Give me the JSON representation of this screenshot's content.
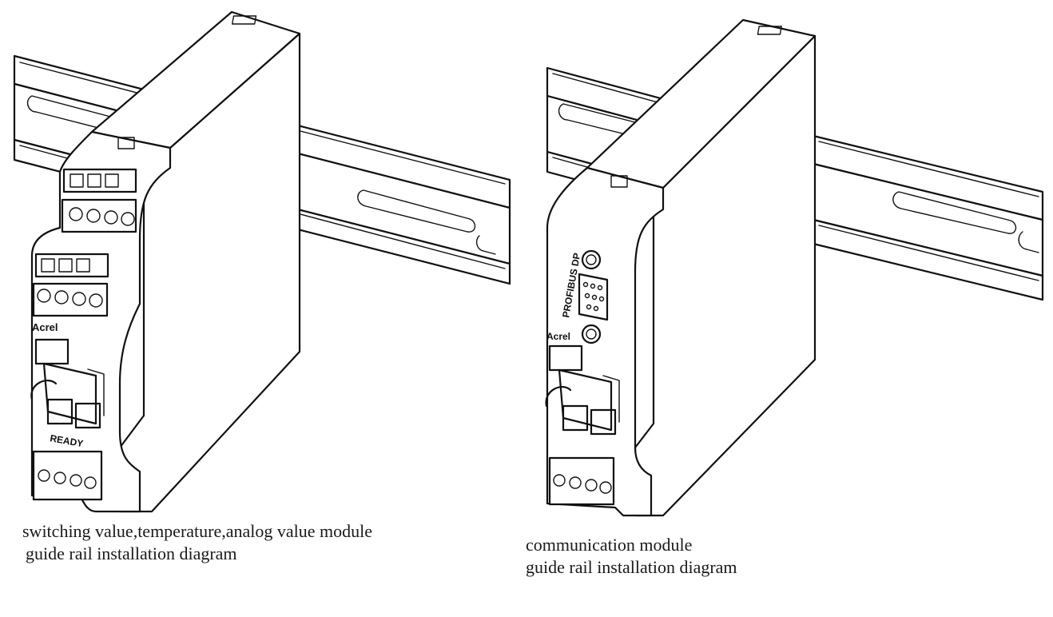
{
  "modules": [
    {
      "brand": "Acrel",
      "indicator": "READY",
      "caption_line1": "switching value,temperature,analog value module",
      "caption_line2": "guide rail installation diagram"
    },
    {
      "brand": "Acrel",
      "port_label": "PROFIBUS DP",
      "caption_line1": "communication module",
      "caption_line2": "guide rail installation diagram"
    }
  ],
  "colors": {
    "line": "#111111",
    "background": "#ffffff"
  }
}
